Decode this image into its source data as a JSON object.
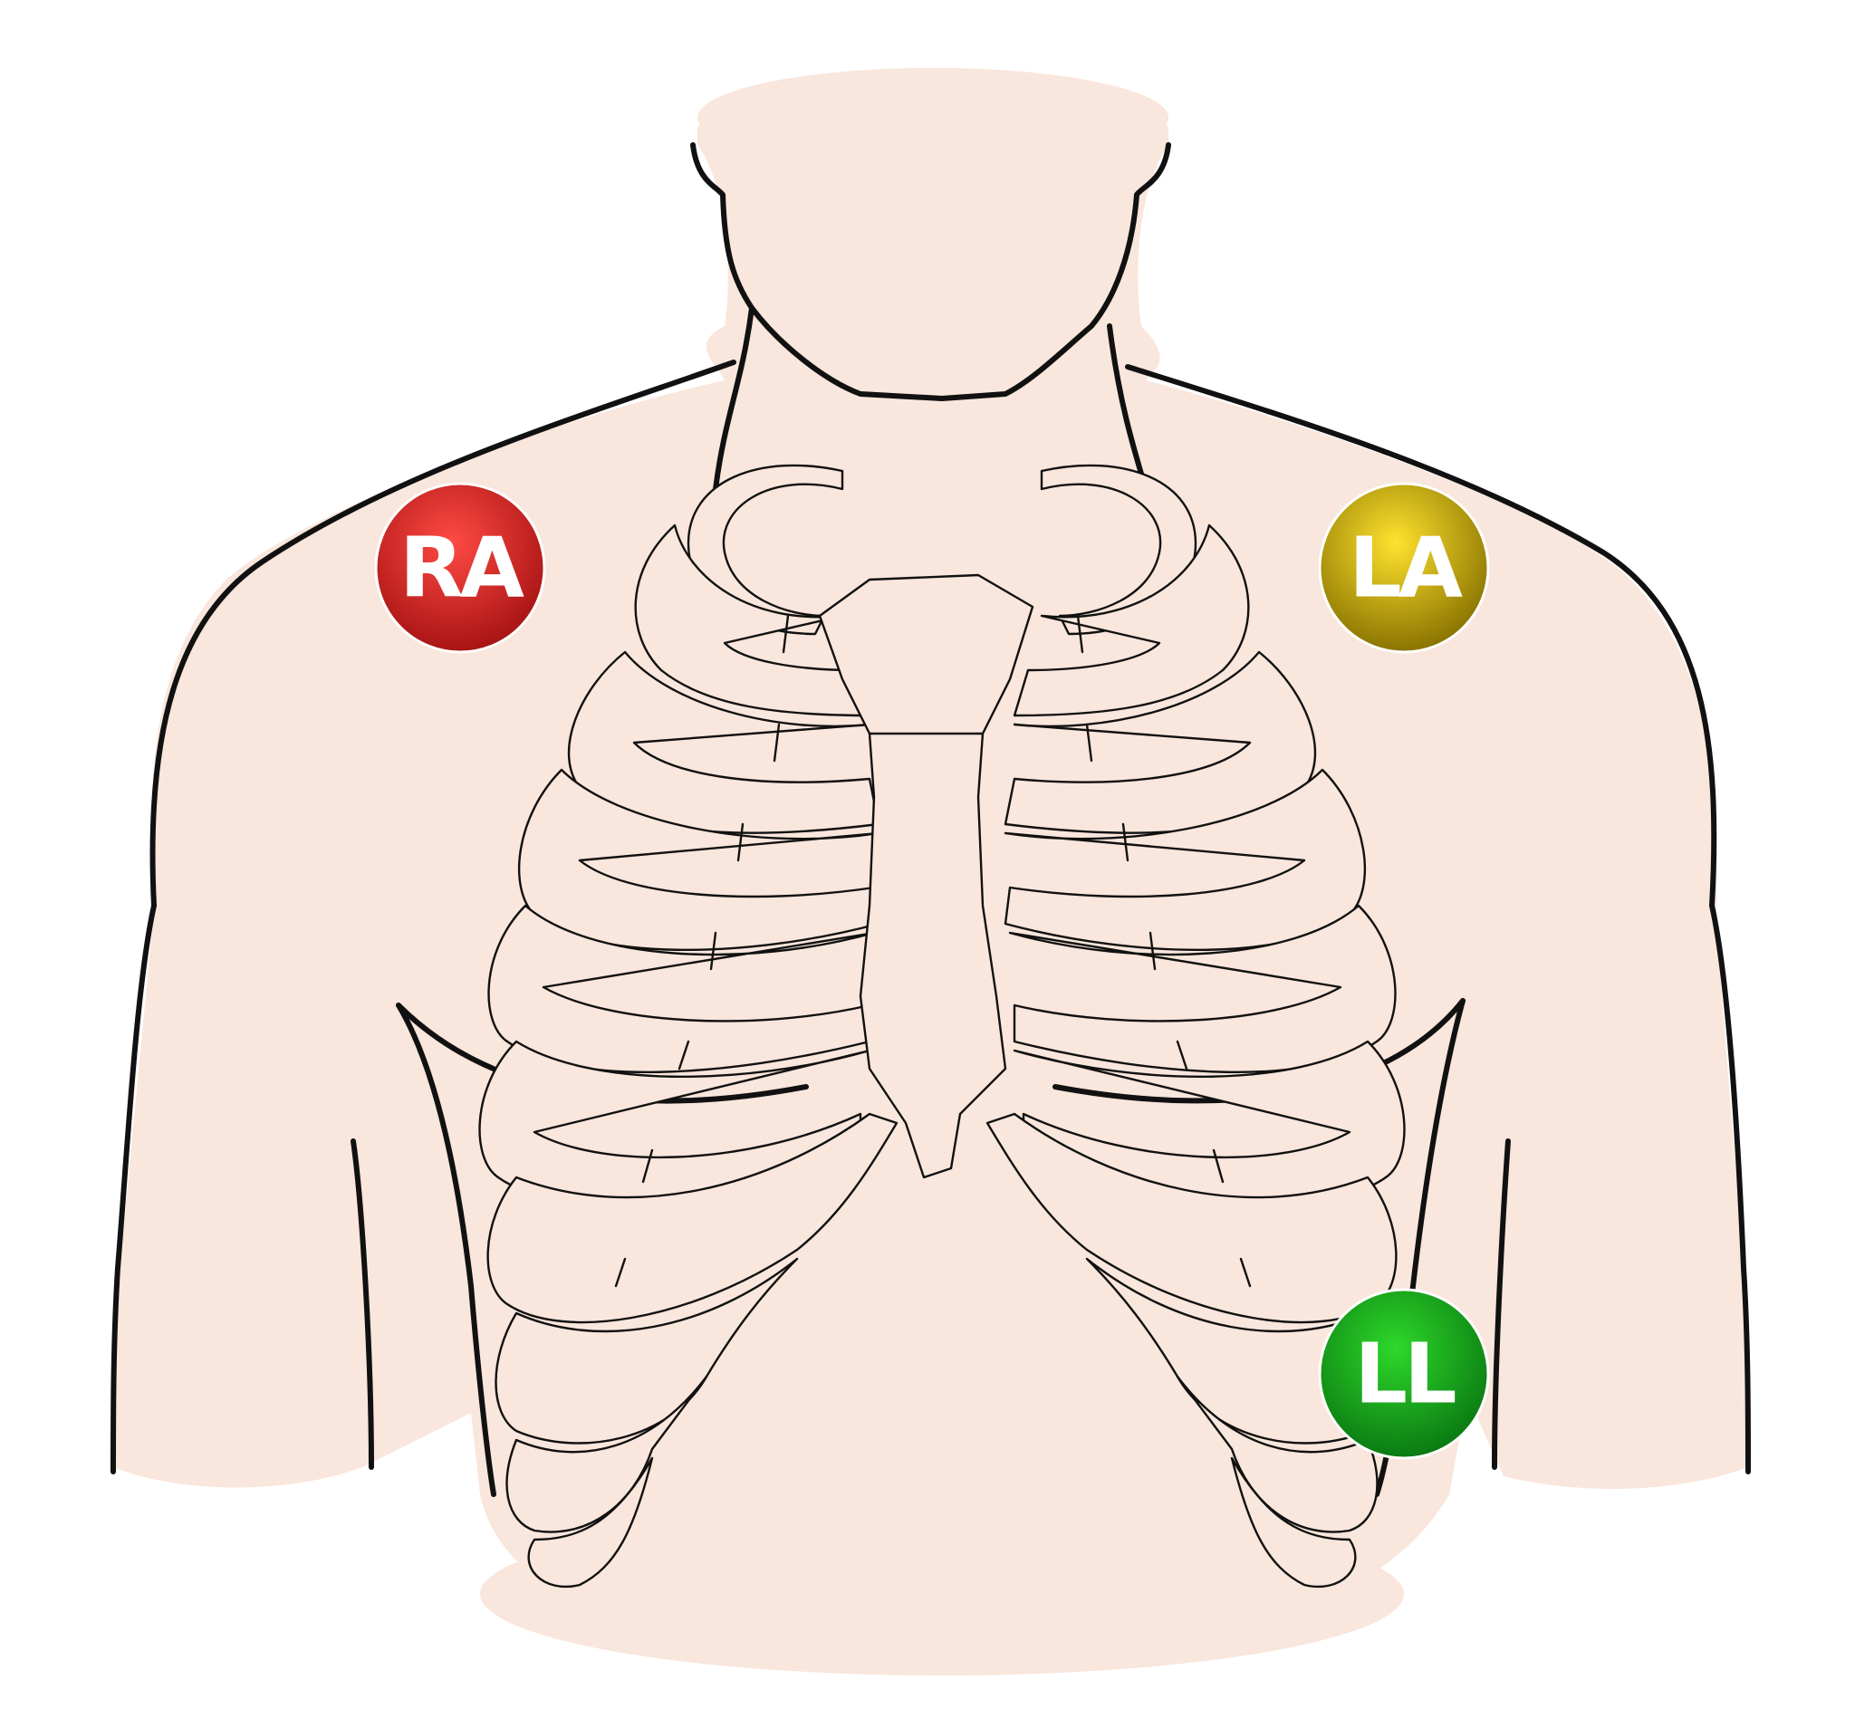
{
  "colors": {
    "skin": "#f9e6dc",
    "outline": "#111111",
    "background": "#ffffff"
  },
  "electrodes": [
    {
      "id": "ra",
      "label": "RA",
      "color_light": "#ff4a44",
      "color_dark": "#a81414"
    },
    {
      "id": "la",
      "label": "LA",
      "color_light": "#ffe22e",
      "color_dark": "#8a7400"
    },
    {
      "id": "ll",
      "label": "LL",
      "color_light": "#2ed82a",
      "color_dark": "#0b7a12"
    }
  ]
}
